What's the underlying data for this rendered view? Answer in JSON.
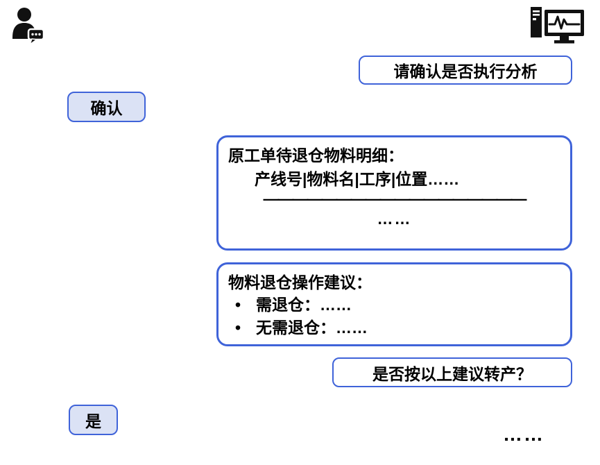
{
  "colors": {
    "border_blue": "#3f63d9",
    "user_bubble_fill": "#dbe2f5",
    "bot_bubble_fill": "#ffffff",
    "text": "#000000",
    "icon_black": "#111111"
  },
  "icons": {
    "user": "person-chat-icon",
    "system": "computer-monitor-icon"
  },
  "chat": {
    "bot_prompt_1": "请确认是否执行分析",
    "user_reply_confirm": "确认",
    "detail_card": {
      "title": "原工单待退仓物料明细：",
      "columns": "产线号|物料名|工序|位置……",
      "divider": "——————————————————",
      "more": "……"
    },
    "suggestion_card": {
      "title": "物料退仓操作建议：",
      "items": [
        "需退仓：……",
        "无需退仓：……"
      ]
    },
    "bot_prompt_2": "是否按以上建议转产？",
    "user_reply_yes": "是",
    "trailing": "……"
  }
}
